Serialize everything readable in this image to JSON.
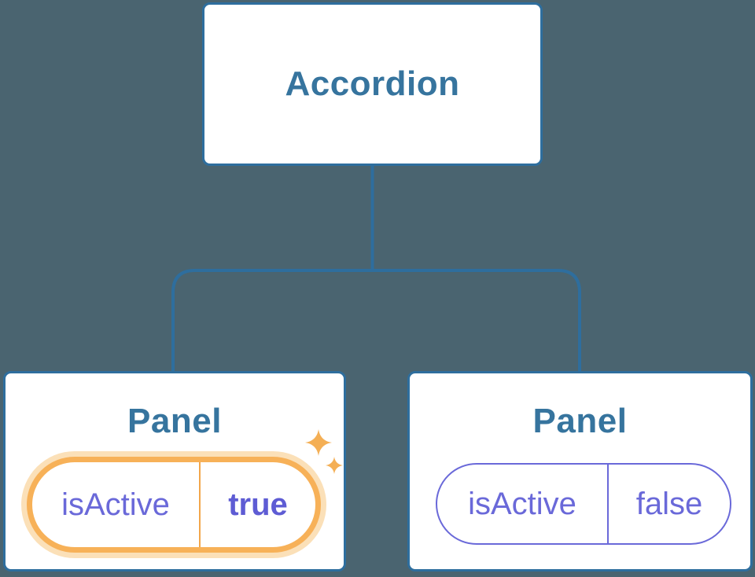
{
  "canvas": {
    "background": "#4A6470"
  },
  "palette": {
    "node_border": "#2E6E9E",
    "node_fill": "#FFFFFF",
    "connector": "#2E6E9E",
    "title_text": "#36749E",
    "prop_text": "#6A69D9",
    "prop_value_bold": "#5E5CD4",
    "active_ring": "#F7B158",
    "active_glow": "#FBE0B8",
    "active_divider": "#F2A64B",
    "sparkle": "#F4AF55"
  },
  "diagram": {
    "root": {
      "label": "Accordion"
    },
    "panels": [
      {
        "title": "Panel",
        "prop_name": "isActive",
        "prop_value": "true",
        "state": "active"
      },
      {
        "title": "Panel",
        "prop_name": "isActive",
        "prop_value": "false",
        "state": "inactive"
      }
    ]
  }
}
